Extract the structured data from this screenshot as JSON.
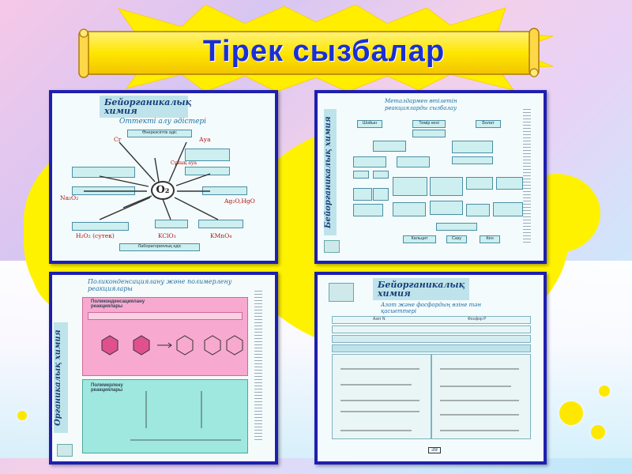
{
  "title": "Тірек сызбалар",
  "panels": {
    "top_left": {
      "header": "Бейорганикалық химия",
      "subtitle": "Оттекті алу әдістері",
      "industrial": "Өнеркәсіптік әдіс",
      "laboratory": "Лабораториялық әдіс",
      "center": "O₂",
      "labels": [
        "Cr",
        "Ауа",
        "Na₂O₂",
        "Ag₂O,HgO",
        "H₂O₂ (сутек)",
        "KClO₃",
        "KMnO₄",
        "Сұйық ауа"
      ]
    },
    "top_right": {
      "header": "Металдармен өтілетін реакцияларды сызбалау",
      "side": "Бейорганикалық химия",
      "boxes": [
        "Шойын",
        "Темір кені",
        "Болат",
        "Кальцит",
        "Сазу",
        "Кен"
      ]
    },
    "bottom_left": {
      "header": "Поликонденсациялану және полимерлену реакциялары",
      "side": "Органикалық химия",
      "section_a": "Поликонденсациялану реакциялары",
      "section_b": "Полимерлену реакциялары"
    },
    "bottom_right": {
      "header": "Бейорганикалық химия",
      "subtitle": "Азот және фосфордың өзіне тән қасиеттері",
      "col1": "Азот N",
      "col2": "Фосфор P",
      "page": "39"
    }
  }
}
